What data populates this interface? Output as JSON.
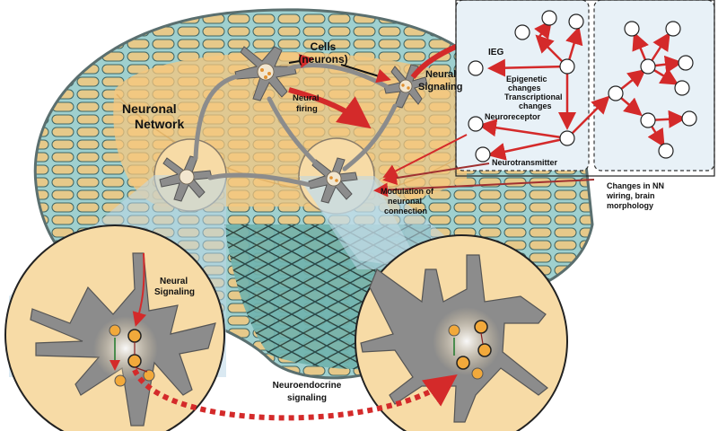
{
  "labels": {
    "cells_1": "Cells",
    "cells_2": "(neurons)",
    "neural_firing_1": "Neural",
    "neural_firing_2": "firing",
    "neuronal_network_1": "Neuronal",
    "neuronal_network_2": "Network",
    "neural_signaling_top_1": "Neural",
    "neural_signaling_top_2": "Signaling",
    "ieg": "IEG",
    "epigenetic_1": "Epigenetic",
    "epigenetic_2": "changes",
    "transcriptional_1": "Transcriptional",
    "transcriptional_2": "changes",
    "neuroreceptor": "Neuroreceptor",
    "neurotransmitter": "Neurotransmitter",
    "modulation_1": "Modulation of",
    "modulation_2": "neuronal",
    "modulation_3": "connection",
    "changes_nn_1": "Changes in NN",
    "changes_nn_2": "wiring, brain",
    "changes_nn_3": "morphology",
    "neural_signaling_zoom_1": "Neural",
    "neural_signaling_zoom_2": "Signaling",
    "neuroendocrine_1": "Neuroendocrine",
    "neuroendocrine_2": "signaling"
  },
  "colors": {
    "arrow_red": "#d42a2a",
    "brain_fill": "#e9c99a",
    "brain_outline": "#7a8a8a",
    "cell_mesh": "#7bc4c4",
    "highlight": "#f5c77e",
    "neuron_gray": "#8c8c8c",
    "zoom_bg": "#f7dba6",
    "node_orange": "#f2a93b"
  }
}
